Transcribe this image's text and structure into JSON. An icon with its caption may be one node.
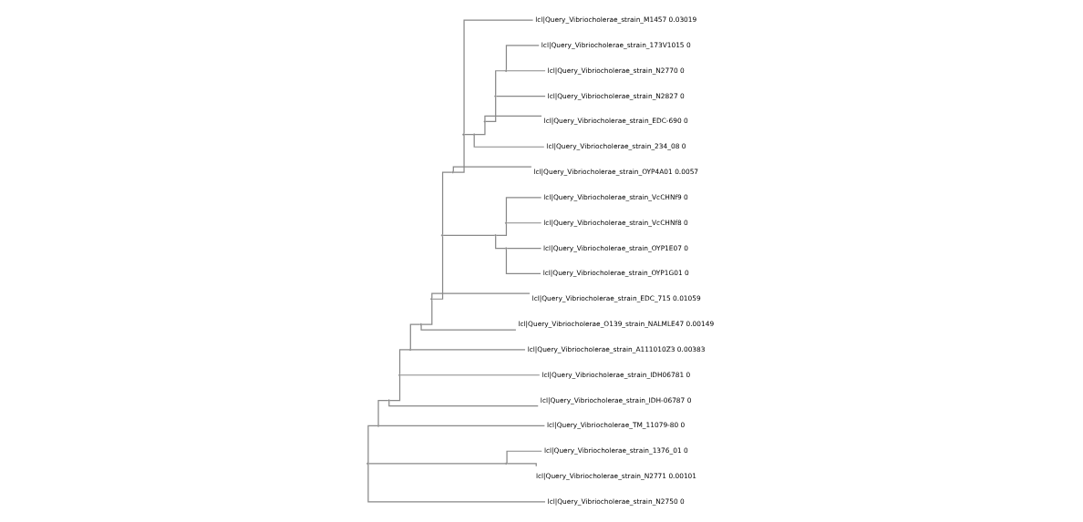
{
  "diagram": {
    "nodes": [
      {
        "text": [
          "lcl|Query_Vibriocholerae_strain_M1457 0.03019"
        ]
      },
      {
        "text": [
          "lcl|Query_Vibriocholerae_strain_173V1015 0"
        ]
      },
      {
        "text": [
          "lcl|Query_Vibriocholerae_strain_N2770 0"
        ]
      },
      {
        "text": [
          "lcl|Query_Vibriocholerae_strain_N2827 0"
        ]
      },
      {
        "text": [
          "lcl|Query_Vibriocholerae_strain_EDC-690 0"
        ]
      },
      {
        "text": [
          "lcl|Query_Vibriocholerae_strain_234_08 0"
        ]
      },
      {
        "text": [
          "lcl|Query_Vibriocholerae_strain_OYP4A01 0.0057"
        ]
      },
      {
        "text": [
          "lcl|Query_Vibriocholerae_strain_VcCHNf9 0"
        ]
      },
      {
        "text": [
          "lcl|Query_Vibriocholerae_strain_VcCHNf8 0"
        ]
      },
      {
        "text": [
          "lcl|Query_Vibriocholerae_strain_OYP1E07 0"
        ]
      },
      {
        "text": [
          "lcl|Query_Vibriocholerae_strain_OYP1G01 0"
        ]
      },
      {
        "text": [
          "lcl|Query_Vibriocholerae_strain_EDC_715 0.01059"
        ]
      },
      {
        "text": [
          "lcl|Query_Vibriocholerae_O139_strain_NALMLE47 0.00149"
        ]
      },
      {
        "text": [
          "lcl|Query_Vibriocholerae_strain_A111010Z3 0.00383"
        ]
      },
      {
        "text": [
          "lcl|Query_Vibriocholerae_strain_IDH06781 0"
        ]
      },
      {
        "text": [
          "lcl|Query_Vibriocholerae_strain_IDH-06787 0"
        ]
      },
      {
        "text": [
          "lcl|Query_Vibriocholerae_TM_11079-80 0"
        ]
      },
      {
        "text": [
          "lcl|Query_Vibriocholerae_strain_1376_01 0"
        ]
      },
      {
        "text": [
          "lcl|Query_Vibriocholerae_strain_N2771 0.00101"
        ]
      },
      {
        "text": [
          "lcl|Query_Vibriocholerae_strain_N2750 0"
        ]
      },
      {
        "text": [],
        "shape": "point"
      },
      {
        "text": [],
        "shape": "point"
      },
      {
        "text": [],
        "shape": "point"
      },
      {
        "text": [],
        "shape": "point"
      },
      {
        "text": [],
        "shape": "point"
      },
      {
        "text": [],
        "shape": "point"
      },
      {
        "text": [],
        "shape": "point"
      },
      {
        "text": [],
        "shape": "point"
      },
      {
        "text": [],
        "shape": "point"
      },
      {
        "text": [],
        "shape": "point"
      },
      {
        "text": [],
        "shape": "point"
      },
      {
        "text": [],
        "shape": "point"
      },
      {
        "text": [],
        "shape": "point"
      },
      {
        "text": [],
        "shape": "point"
      },
      {
        "text": [],
        "shape": "point"
      },
      {
        "text": [],
        "shape": "point"
      },
      {
        "text": [],
        "shape": "point"
      },
      {
        "text": [],
        "shape": "point"
      }
    ],
    "edges": [
      {
        "from": 20,
        "to": 21,
        "arrow": "none"
      },
      {
        "from": 20,
        "to": 22,
        "arrow": "none"
      },
      {
        "from": 20,
        "to": 19,
        "arrow": "none"
      },
      {
        "from": 22,
        "to": 17,
        "arrow": "none"
      },
      {
        "from": 22,
        "to": 18,
        "arrow": "none"
      },
      {
        "from": 21,
        "to": 23,
        "arrow": "none"
      },
      {
        "from": 21,
        "to": 16,
        "arrow": "none"
      },
      {
        "from": 23,
        "to": 24,
        "arrow": "none"
      },
      {
        "from": 23,
        "to": 15,
        "arrow": "none"
      },
      {
        "from": 24,
        "to": 25,
        "arrow": "none"
      },
      {
        "from": 24,
        "to": 14,
        "arrow": "none"
      },
      {
        "from": 25,
        "to": 26,
        "arrow": "none"
      },
      {
        "from": 25,
        "to": 13,
        "arrow": "none"
      },
      {
        "from": 26,
        "to": 27,
        "arrow": "none"
      },
      {
        "from": 26,
        "to": 12,
        "arrow": "none"
      },
      {
        "from": 27,
        "to": 28,
        "arrow": "none"
      },
      {
        "from": 27,
        "to": 11,
        "arrow": "none"
      },
      {
        "from": 28,
        "to": 29,
        "arrow": "none"
      },
      {
        "from": 28,
        "to": 30,
        "arrow": "none"
      },
      {
        "from": 30,
        "to": 31,
        "arrow": "none"
      },
      {
        "from": 30,
        "to": 32,
        "arrow": "none"
      },
      {
        "from": 31,
        "to": 7,
        "arrow": "none"
      },
      {
        "from": 31,
        "to": 8,
        "arrow": "none"
      },
      {
        "from": 32,
        "to": 9,
        "arrow": "none"
      },
      {
        "from": 32,
        "to": 10,
        "arrow": "none"
      },
      {
        "from": 29,
        "to": 33,
        "arrow": "none"
      },
      {
        "from": 29,
        "to": 6,
        "arrow": "none"
      },
      {
        "from": 33,
        "to": 0,
        "arrow": "none"
      },
      {
        "from": 33,
        "to": 34,
        "arrow": "none"
      },
      {
        "from": 34,
        "to": 35,
        "arrow": "none"
      },
      {
        "from": 34,
        "to": 5,
        "arrow": "none"
      },
      {
        "from": 35,
        "to": 36,
        "arrow": "none"
      },
      {
        "from": 35,
        "to": 4,
        "arrow": "none"
      },
      {
        "from": 36,
        "to": 37,
        "arrow": "none"
      },
      {
        "from": 36,
        "to": 3,
        "arrow": "none"
      },
      {
        "from": 37,
        "to": 1,
        "arrow": "none"
      },
      {
        "from": 37,
        "to": 2,
        "arrow": "none"
      }
    ]
  }
}
